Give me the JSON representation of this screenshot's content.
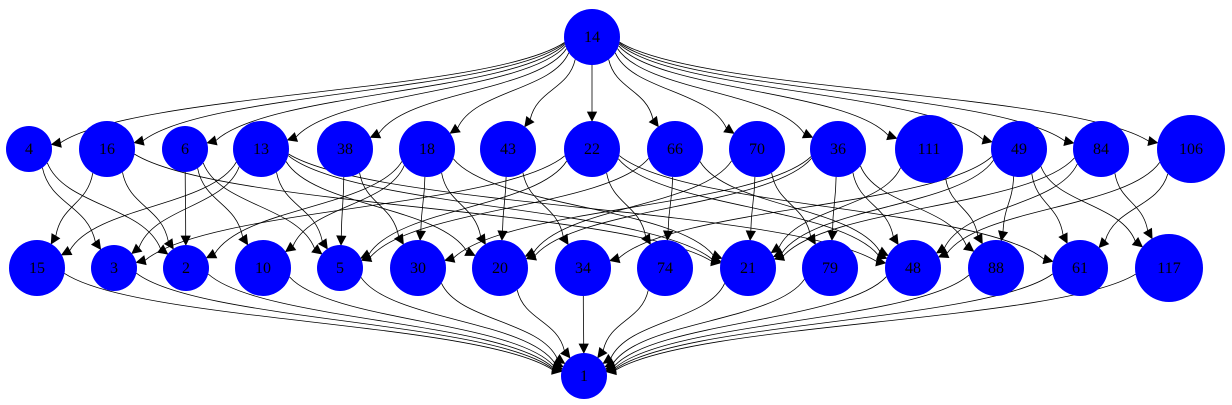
{
  "diagram": {
    "type": "directed-graph",
    "node_color": "#0000ff",
    "edge_color": "#000000",
    "label_color": "#000000",
    "background": "#ffffff",
    "ranks": [
      [
        "14"
      ],
      [
        "4",
        "16",
        "6",
        "13",
        "38",
        "18",
        "43",
        "22",
        "66",
        "70",
        "36",
        "111",
        "49",
        "84",
        "106"
      ],
      [
        "15",
        "3",
        "2",
        "10",
        "5",
        "30",
        "20",
        "34",
        "74",
        "21",
        "79",
        "48",
        "88",
        "61",
        "117"
      ],
      [
        "1"
      ]
    ],
    "node_size": {
      "14": "medium",
      "1": "small",
      "4": "small",
      "16": "medium",
      "6": "small",
      "13": "medium",
      "38": "medium",
      "18": "medium",
      "43": "medium",
      "22": "medium",
      "66": "medium",
      "70": "medium",
      "36": "medium",
      "111": "large",
      "49": "medium",
      "84": "medium",
      "106": "large",
      "15": "medium",
      "3": "small",
      "2": "small",
      "10": "medium",
      "5": "small",
      "30": "medium",
      "20": "medium",
      "34": "medium",
      "74": "medium",
      "21": "medium",
      "79": "medium",
      "48": "medium",
      "88": "medium",
      "61": "medium",
      "117": "large"
    },
    "edges": [
      [
        "14",
        "4"
      ],
      [
        "14",
        "16"
      ],
      [
        "14",
        "6"
      ],
      [
        "14",
        "13"
      ],
      [
        "14",
        "38"
      ],
      [
        "14",
        "18"
      ],
      [
        "14",
        "43"
      ],
      [
        "14",
        "22"
      ],
      [
        "14",
        "66"
      ],
      [
        "14",
        "70"
      ],
      [
        "14",
        "36"
      ],
      [
        "14",
        "111"
      ],
      [
        "14",
        "49"
      ],
      [
        "14",
        "84"
      ],
      [
        "14",
        "106"
      ],
      [
        "4",
        "3"
      ],
      [
        "4",
        "2"
      ],
      [
        "16",
        "15"
      ],
      [
        "16",
        "2"
      ],
      [
        "16",
        "21"
      ],
      [
        "6",
        "2"
      ],
      [
        "6",
        "10"
      ],
      [
        "6",
        "5"
      ],
      [
        "13",
        "15"
      ],
      [
        "13",
        "3"
      ],
      [
        "13",
        "5"
      ],
      [
        "13",
        "20"
      ],
      [
        "13",
        "21"
      ],
      [
        "13",
        "48"
      ],
      [
        "38",
        "5"
      ],
      [
        "38",
        "30"
      ],
      [
        "18",
        "2"
      ],
      [
        "18",
        "10"
      ],
      [
        "18",
        "30"
      ],
      [
        "18",
        "20"
      ],
      [
        "18",
        "21"
      ],
      [
        "43",
        "20"
      ],
      [
        "43",
        "34"
      ],
      [
        "22",
        "3"
      ],
      [
        "22",
        "5"
      ],
      [
        "22",
        "74"
      ],
      [
        "22",
        "48"
      ],
      [
        "22",
        "61"
      ],
      [
        "66",
        "74"
      ],
      [
        "66",
        "5"
      ],
      [
        "66",
        "48"
      ],
      [
        "70",
        "20"
      ],
      [
        "70",
        "21"
      ],
      [
        "70",
        "79"
      ],
      [
        "36",
        "30"
      ],
      [
        "36",
        "79"
      ],
      [
        "36",
        "48"
      ],
      [
        "36",
        "88"
      ],
      [
        "36",
        "20"
      ],
      [
        "111",
        "21"
      ],
      [
        "111",
        "88"
      ],
      [
        "49",
        "88"
      ],
      [
        "49",
        "61"
      ],
      [
        "49",
        "117"
      ],
      [
        "49",
        "34"
      ],
      [
        "49",
        "21"
      ],
      [
        "84",
        "48"
      ],
      [
        "84",
        "117"
      ],
      [
        "84",
        "21"
      ],
      [
        "106",
        "61"
      ],
      [
        "106",
        "48"
      ],
      [
        "15",
        "1"
      ],
      [
        "3",
        "1"
      ],
      [
        "2",
        "1"
      ],
      [
        "10",
        "1"
      ],
      [
        "5",
        "1"
      ],
      [
        "30",
        "1"
      ],
      [
        "20",
        "1"
      ],
      [
        "34",
        "1"
      ],
      [
        "74",
        "1"
      ],
      [
        "21",
        "1"
      ],
      [
        "79",
        "1"
      ],
      [
        "48",
        "1"
      ],
      [
        "88",
        "1"
      ],
      [
        "61",
        "1"
      ],
      [
        "117",
        "1"
      ]
    ]
  }
}
